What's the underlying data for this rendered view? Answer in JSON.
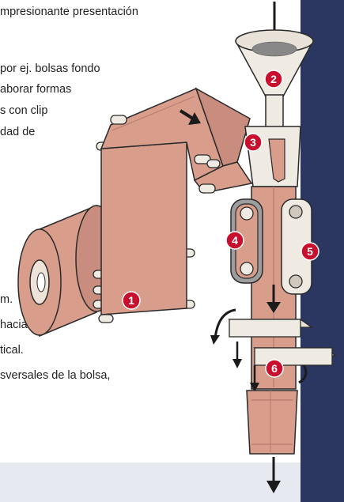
{
  "text_lines": [
    "mpresionante presentación",
    "por ej. bolsas fondo",
    "aborar formas",
    "s con clip",
    "dad de",
    "m.",
    "hacia abajo.",
    "tical.",
    "sversales de la bolsa,"
  ],
  "callouts": [
    "1",
    "2",
    "3",
    "4",
    "5",
    "6"
  ],
  "colors": {
    "film": "#d99d8c",
    "film_dark": "#b87a6c",
    "roll_core": "#ede3d8",
    "marker": "#c8102e",
    "navy": "#2b3761",
    "metal": "#f0ebe2",
    "outline": "#2a2a2a"
  }
}
